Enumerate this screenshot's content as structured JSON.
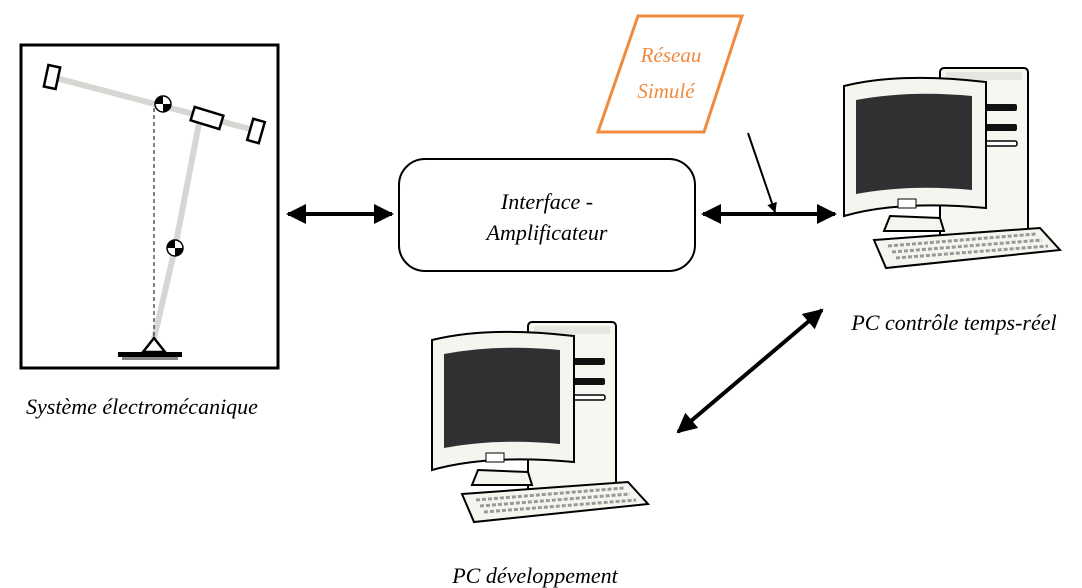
{
  "labels": {
    "electromechanical_system": "Système électromécanique",
    "interface_line1": "Interface -",
    "interface_line2": "Amplificateur",
    "network_line1": "Réseau",
    "network_line2": "Simulé",
    "pc_realtime": "PC contrôle temps-réel",
    "pc_dev": "PC développement"
  },
  "colors": {
    "network_accent": "#f08a3e",
    "robot_link": "#d6d6d3",
    "monitor_screen": "#2e3031"
  }
}
